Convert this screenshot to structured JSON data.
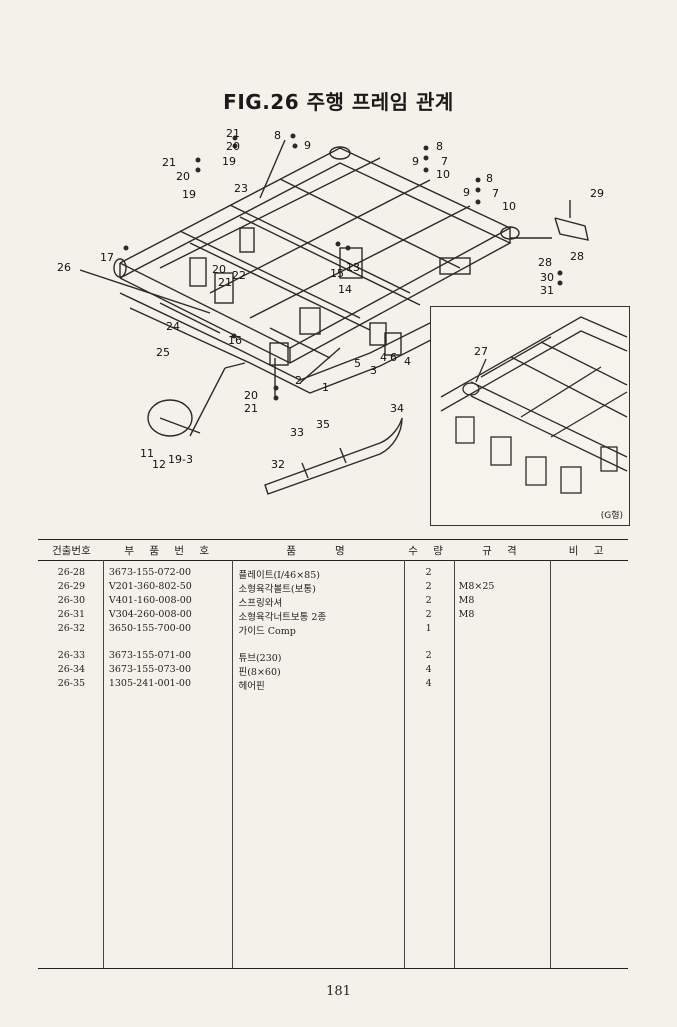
{
  "figure": {
    "title": "FIG.26 주행 프레임 관계",
    "inset_label": "(G형)",
    "callouts": [
      {
        "id": "c21a",
        "text": "21"
      },
      {
        "id": "c20a",
        "text": "20"
      },
      {
        "id": "c19a",
        "text": "19"
      },
      {
        "id": "c8a",
        "text": "8"
      },
      {
        "id": "c9a",
        "text": "9"
      },
      {
        "id": "c8b",
        "text": "8"
      },
      {
        "id": "c9b",
        "text": "9"
      },
      {
        "id": "c7a",
        "text": "7"
      },
      {
        "id": "c10a",
        "text": "10"
      },
      {
        "id": "c21b",
        "text": "21"
      },
      {
        "id": "c20b",
        "text": "20"
      },
      {
        "id": "c19b",
        "text": "19"
      },
      {
        "id": "c23",
        "text": "23"
      },
      {
        "id": "c8c",
        "text": "8"
      },
      {
        "id": "c9c",
        "text": "9"
      },
      {
        "id": "c7b",
        "text": "7"
      },
      {
        "id": "c10b",
        "text": "10"
      },
      {
        "id": "c29",
        "text": "29"
      },
      {
        "id": "c17",
        "text": "17"
      },
      {
        "id": "c26",
        "text": "26"
      },
      {
        "id": "c20c",
        "text": "20"
      },
      {
        "id": "c21c",
        "text": "21"
      },
      {
        "id": "c22",
        "text": "22"
      },
      {
        "id": "c15",
        "text": "15"
      },
      {
        "id": "c13",
        "text": "13"
      },
      {
        "id": "c14",
        "text": "14"
      },
      {
        "id": "c28a",
        "text": "28"
      },
      {
        "id": "c28b",
        "text": "28"
      },
      {
        "id": "c30",
        "text": "30"
      },
      {
        "id": "c31",
        "text": "31"
      },
      {
        "id": "c24",
        "text": "24"
      },
      {
        "id": "c25",
        "text": "25"
      },
      {
        "id": "c16",
        "text": "16"
      },
      {
        "id": "c2",
        "text": "2"
      },
      {
        "id": "c1",
        "text": "1"
      },
      {
        "id": "c5",
        "text": "5"
      },
      {
        "id": "c3",
        "text": "3"
      },
      {
        "id": "c4a",
        "text": "4"
      },
      {
        "id": "c6",
        "text": "6"
      },
      {
        "id": "c4b",
        "text": "4"
      },
      {
        "id": "c20d",
        "text": "20"
      },
      {
        "id": "c21d",
        "text": "21"
      },
      {
        "id": "c34",
        "text": "34"
      },
      {
        "id": "c35",
        "text": "35"
      },
      {
        "id": "c33",
        "text": "33"
      },
      {
        "id": "c32",
        "text": "32"
      },
      {
        "id": "c11",
        "text": "11"
      },
      {
        "id": "c12",
        "text": "12"
      },
      {
        "id": "c193",
        "text": "19-3"
      },
      {
        "id": "c27",
        "text": "27"
      }
    ]
  },
  "table": {
    "headers": [
      "건출번호",
      "부 품 번 호",
      "품　　명",
      "수 량",
      "규 격",
      "비 고"
    ],
    "rows": [
      [
        "26-28",
        "3673-155-072-00",
        "플레이트(I/46×85)",
        "2",
        "",
        ""
      ],
      [
        "26-29",
        "V201-360-802-50",
        "소형육각볼트(보통)",
        "2",
        "M8×25",
        ""
      ],
      [
        "26-30",
        "V401-160-008-00",
        "스프링와셔",
        "2",
        "M8",
        ""
      ],
      [
        "26-31",
        "V304-260-008-00",
        "소형육각너트보통 2종",
        "2",
        "M8",
        ""
      ],
      [
        "26-32",
        "3650-155-700-00",
        "가이드 Comp",
        "1",
        "",
        ""
      ],
      [
        "",
        "",
        "",
        "",
        "",
        ""
      ],
      [
        "26-33",
        "3673-155-071-00",
        "튜브(230)",
        "2",
        "",
        ""
      ],
      [
        "26-34",
        "3673-155-073-00",
        "핀(8×60)",
        "4",
        "",
        ""
      ],
      [
        "26-35",
        "1305-241-001-00",
        "헤어핀",
        "4",
        "",
        ""
      ]
    ]
  },
  "page_number": "181"
}
